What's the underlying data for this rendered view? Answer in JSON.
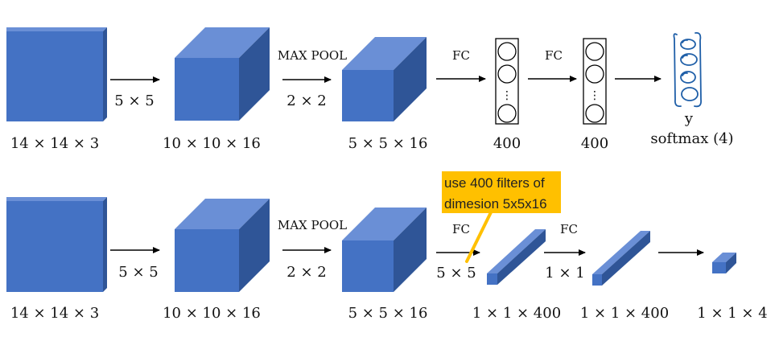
{
  "colors": {
    "cube_front": "#4472C4",
    "cube_top": "#6A8FD6",
    "cube_side": "#2F5597",
    "arrow": "#000000",
    "note_bg": "#FFC000",
    "scribble": "#1F5FA8"
  },
  "row1": {
    "input_dims": "14 × 14 × 3",
    "conv_kernel": "5 × 5",
    "conv_out_dims": "10 × 10 × 16",
    "pool_label": "MAX POOL",
    "pool_size": "2 × 2",
    "pool_out_dims": "5 × 5 × 16",
    "fc1_label": "FC",
    "fc1_units": "400",
    "fc2_label": "FC",
    "fc2_units": "400",
    "output_var": "y",
    "output_label": "softmax (4)"
  },
  "row2": {
    "input_dims": "14 × 14 × 3",
    "conv_kernel": "5 × 5",
    "conv_out_dims": "10 × 10 × 16",
    "pool_label": "MAX POOL",
    "pool_size": "2 × 2",
    "pool_out_dims": "5 × 5 × 16",
    "fc1_label": "FC",
    "fc1_kernel": "5 × 5",
    "fc1_out_dims": "1 × 1 × 400",
    "fc2_label": "FC",
    "fc2_kernel": "1 × 1",
    "fc2_out_dims": "1 × 1 × 400",
    "final_out_dims": "1 × 1 × 4"
  },
  "note": {
    "line1": "use 400 filters of",
    "line2": "dimesion 5x5x16"
  },
  "icons": {
    "neuron_ellipsis": "⋮"
  }
}
